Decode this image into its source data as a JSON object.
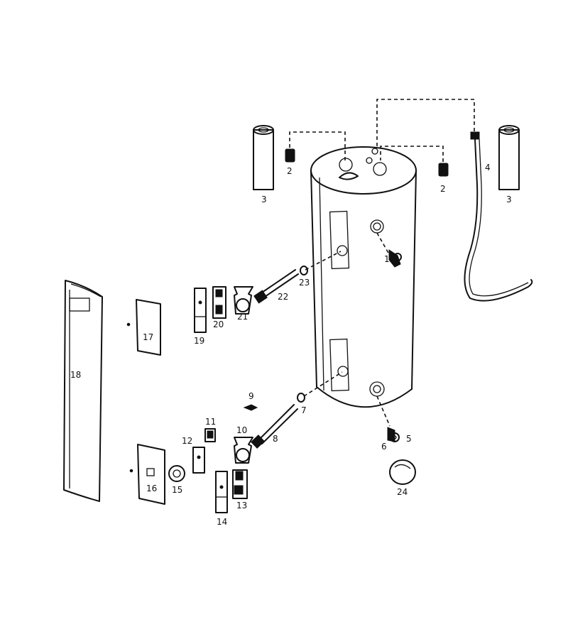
{
  "diagram": {
    "callouts": [
      {
        "id": "1",
        "text": "1"
      },
      {
        "id": "2a",
        "text": "2"
      },
      {
        "id": "2b",
        "text": "2"
      },
      {
        "id": "3a",
        "text": "3"
      },
      {
        "id": "3b",
        "text": "3"
      },
      {
        "id": "4",
        "text": "4"
      },
      {
        "id": "5",
        "text": "5"
      },
      {
        "id": "6",
        "text": "6"
      },
      {
        "id": "7",
        "text": "7"
      },
      {
        "id": "8",
        "text": "8"
      },
      {
        "id": "9",
        "text": "9"
      },
      {
        "id": "10",
        "text": "10"
      },
      {
        "id": "11",
        "text": "11"
      },
      {
        "id": "12",
        "text": "12"
      },
      {
        "id": "13",
        "text": "13"
      },
      {
        "id": "14",
        "text": "14"
      },
      {
        "id": "15",
        "text": "15"
      },
      {
        "id": "16",
        "text": "16"
      },
      {
        "id": "17",
        "text": "17"
      },
      {
        "id": "18",
        "text": "18"
      },
      {
        "id": "19",
        "text": "19"
      },
      {
        "id": "20",
        "text": "20"
      },
      {
        "id": "21",
        "text": "21"
      },
      {
        "id": "22",
        "text": "22"
      },
      {
        "id": "23",
        "text": "23"
      },
      {
        "id": "24",
        "text": "24"
      }
    ]
  }
}
